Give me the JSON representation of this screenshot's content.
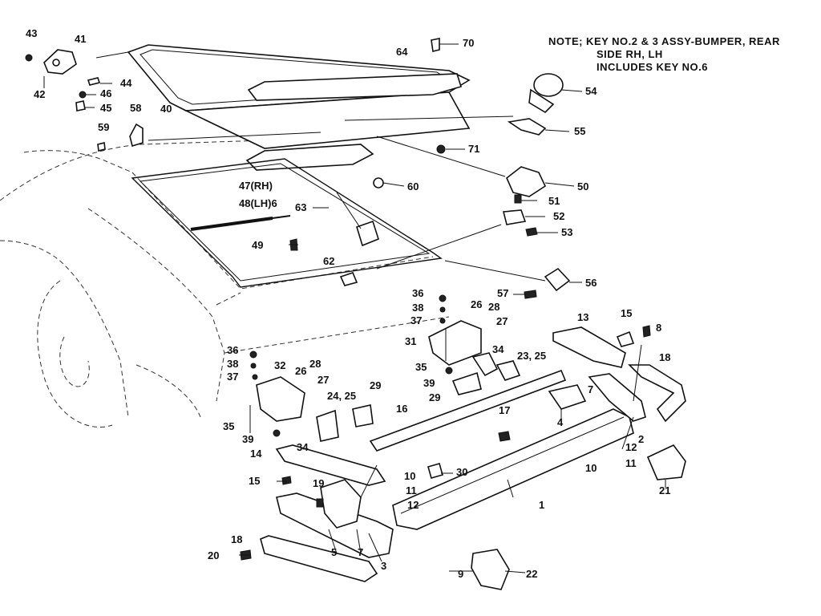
{
  "note": {
    "line1": "NOTE; KEY NO.2 & 3 ASSY-BUMPER, REAR",
    "line2": "SIDE RH, LH",
    "line3": "INCLUDES KEY NO.6"
  },
  "callouts": [
    {
      "id": "c43",
      "text": "43"
    },
    {
      "id": "c41",
      "text": "41"
    },
    {
      "id": "c42",
      "text": "42"
    },
    {
      "id": "c44",
      "text": "44"
    },
    {
      "id": "c46",
      "text": "46"
    },
    {
      "id": "c45",
      "text": "45"
    },
    {
      "id": "c40",
      "text": "40"
    },
    {
      "id": "c58",
      "text": "58"
    },
    {
      "id": "c59",
      "text": "59"
    },
    {
      "id": "c64",
      "text": "64"
    },
    {
      "id": "c70",
      "text": "70"
    },
    {
      "id": "c54",
      "text": "54"
    },
    {
      "id": "c55",
      "text": "55"
    },
    {
      "id": "c71",
      "text": "71"
    },
    {
      "id": "c60",
      "text": "60"
    },
    {
      "id": "c50",
      "text": "50"
    },
    {
      "id": "c51",
      "text": "51"
    },
    {
      "id": "c52",
      "text": "52"
    },
    {
      "id": "c53",
      "text": "53"
    },
    {
      "id": "c47",
      "text": "47(RH)"
    },
    {
      "id": "c48",
      "text": "48(LH)6"
    },
    {
      "id": "c63",
      "text": "63"
    },
    {
      "id": "c49",
      "text": "49"
    },
    {
      "id": "c62",
      "text": "62"
    },
    {
      "id": "c56",
      "text": "56"
    },
    {
      "id": "c57",
      "text": "57"
    },
    {
      "id": "c36a",
      "text": "36"
    },
    {
      "id": "c38a",
      "text": "38"
    },
    {
      "id": "c37a",
      "text": "37"
    },
    {
      "id": "c26a",
      "text": "26"
    },
    {
      "id": "c28a",
      "text": "28"
    },
    {
      "id": "c27a",
      "text": "27"
    },
    {
      "id": "c31",
      "text": "31"
    },
    {
      "id": "c34a",
      "text": "34"
    },
    {
      "id": "c23",
      "text": "23, 25"
    },
    {
      "id": "c35a",
      "text": "35"
    },
    {
      "id": "c39a",
      "text": "39"
    },
    {
      "id": "c29a",
      "text": "29"
    },
    {
      "id": "c13",
      "text": "13"
    },
    {
      "id": "c15a",
      "text": "15"
    },
    {
      "id": "c8",
      "text": "8"
    },
    {
      "id": "c18a",
      "text": "18"
    },
    {
      "id": "c36b",
      "text": "36"
    },
    {
      "id": "c38b",
      "text": "38"
    },
    {
      "id": "c37b",
      "text": "37"
    },
    {
      "id": "c32",
      "text": "32"
    },
    {
      "id": "c26b",
      "text": "26"
    },
    {
      "id": "c28b",
      "text": "28"
    },
    {
      "id": "c27b",
      "text": "27"
    },
    {
      "id": "c24",
      "text": "24, 25"
    },
    {
      "id": "c29b",
      "text": "29"
    },
    {
      "id": "c16",
      "text": "16"
    },
    {
      "id": "c17",
      "text": "17"
    },
    {
      "id": "c4",
      "text": "4"
    },
    {
      "id": "c7a",
      "text": "7"
    },
    {
      "id": "c35b",
      "text": "35"
    },
    {
      "id": "c39b",
      "text": "39"
    },
    {
      "id": "c34b",
      "text": "34"
    },
    {
      "id": "c14",
      "text": "14"
    },
    {
      "id": "c30",
      "text": "30"
    },
    {
      "id": "c15b",
      "text": "15"
    },
    {
      "id": "c10a",
      "text": "10"
    },
    {
      "id": "c19",
      "text": "19"
    },
    {
      "id": "c11a",
      "text": "11"
    },
    {
      "id": "c12a",
      "text": "12"
    },
    {
      "id": "c1",
      "text": "1"
    },
    {
      "id": "c12b",
      "text": "12"
    },
    {
      "id": "c2",
      "text": "2"
    },
    {
      "id": "c11b",
      "text": "11"
    },
    {
      "id": "c10b",
      "text": "10"
    },
    {
      "id": "c21",
      "text": "21"
    },
    {
      "id": "c18b",
      "text": "18"
    },
    {
      "id": "c20",
      "text": "20"
    },
    {
      "id": "c5",
      "text": "5"
    },
    {
      "id": "c7b",
      "text": "7"
    },
    {
      "id": "c3",
      "text": "3"
    },
    {
      "id": "c9",
      "text": "9"
    },
    {
      "id": "c22",
      "text": "22"
    }
  ]
}
